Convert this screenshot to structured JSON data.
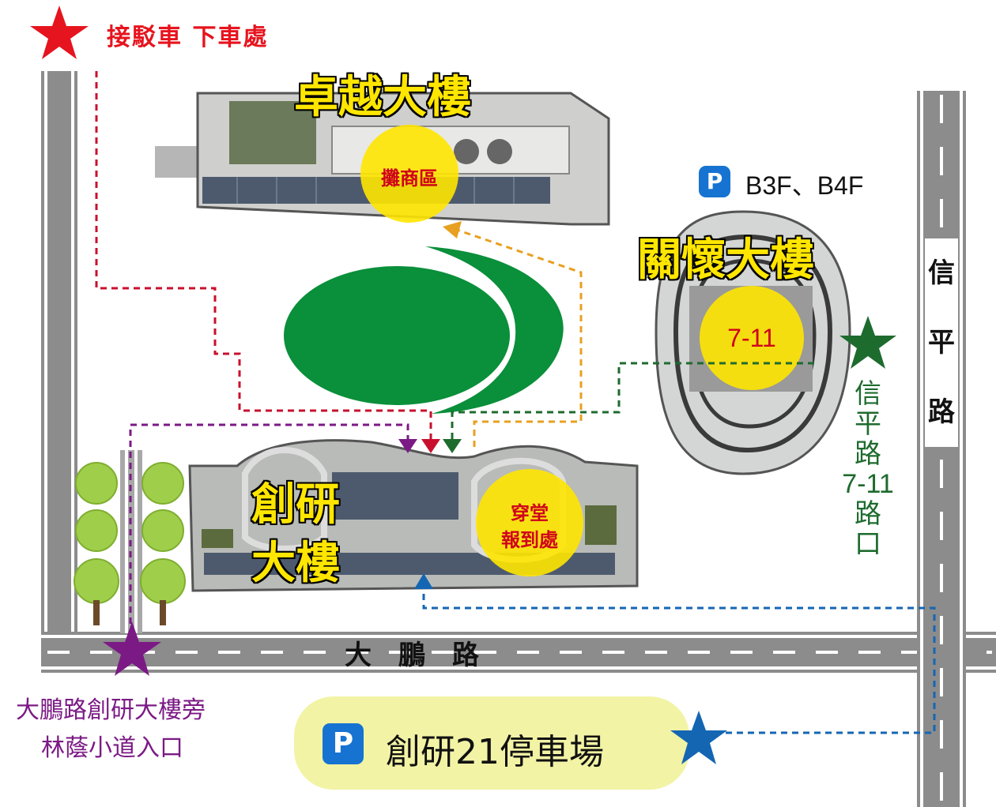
{
  "shuttle": {
    "label": "接駁車  下車處",
    "color": "#e6141e"
  },
  "buildings": {
    "zhuoyue": {
      "name": "卓越大樓",
      "spot": "攤商區"
    },
    "guanhuai": {
      "name": "關懷大樓",
      "spot": "7-11",
      "parking": "B3F、B4F"
    },
    "chuangyan": {
      "name_line1": "創研",
      "name_line2": "大樓",
      "spot_line1": "穿堂",
      "spot_line2": "報到處"
    }
  },
  "roads": {
    "dapeng": "大　鵬　路",
    "xinping": [
      "信",
      "平",
      "路"
    ]
  },
  "landmarks": {
    "xinping_711": {
      "lines": [
        "信",
        "平",
        "路",
        "7-11",
        "路",
        "口"
      ],
      "color": "#1e6b2e"
    },
    "dapeng_trail": {
      "line1": "大鵬路創研大樓旁",
      "line2": "林蔭小道入口",
      "color": "#7b1a85"
    },
    "parking_lot": {
      "label": "創研21停車場",
      "color": "#1466b3"
    }
  },
  "icons": {
    "parking": "P",
    "star": "star-icon"
  },
  "colors": {
    "path_red": "#c8102e",
    "path_orange": "#e8a020",
    "path_green": "#1e6b2e",
    "path_purple": "#7b1a85",
    "path_blue": "#1466b3",
    "yellow": "#ffe600",
    "logo_green": "#0a8f3a"
  }
}
